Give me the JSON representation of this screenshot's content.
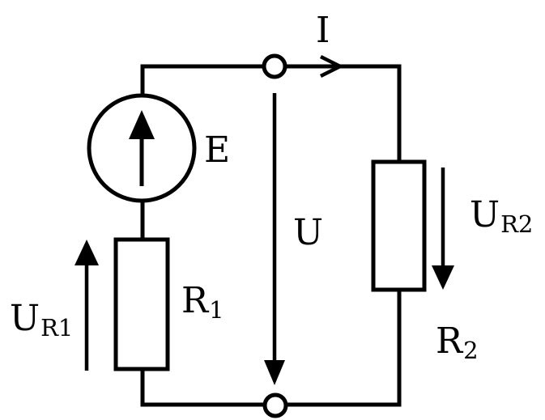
{
  "labels": {
    "current": "I",
    "emf": "E",
    "voltage": "U",
    "ur1_main": "U",
    "ur1_sub": "R1",
    "ur2_main": "U",
    "ur2_sub": "R2",
    "r1_main": "R",
    "r1_sub": "1",
    "r2_main": "R",
    "r2_sub": "2"
  },
  "components": [
    {
      "id": "E",
      "kind": "voltage-source"
    },
    {
      "id": "R1",
      "kind": "resistor"
    },
    {
      "id": "R2",
      "kind": "resistor"
    }
  ],
  "colors": {
    "line": "#000000",
    "background": "#ffffff"
  }
}
